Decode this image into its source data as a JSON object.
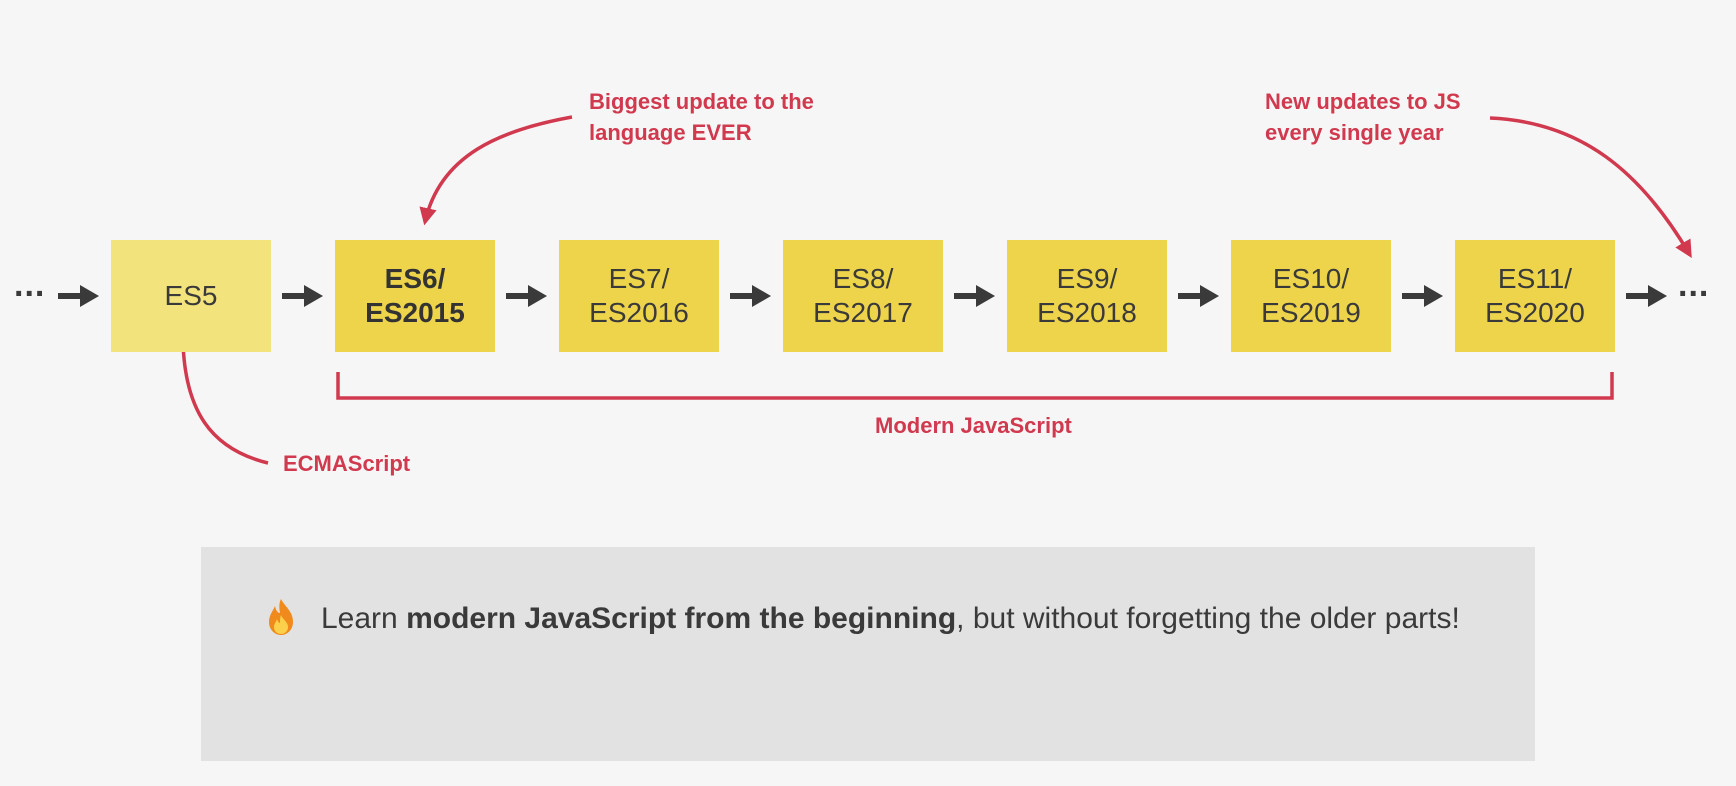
{
  "timeline": {
    "leading_ellipsis": "...",
    "trailing_ellipsis": "...",
    "versions": [
      {
        "line1": "ES5",
        "line2": "",
        "color": "#f3e37c"
      },
      {
        "line1": "ES6/",
        "line2": "ES2015",
        "color": "#edd44a"
      },
      {
        "line1": "ES7/",
        "line2": "ES2016",
        "color": "#edd44a"
      },
      {
        "line1": "ES8/",
        "line2": "ES2017",
        "color": "#edd44a"
      },
      {
        "line1": "ES9/",
        "line2": "ES2018",
        "color": "#edd44a"
      },
      {
        "line1": "ES10/",
        "line2": "ES2019",
        "color": "#edd44a"
      },
      {
        "line1": "ES11/",
        "line2": "ES2020",
        "color": "#edd44a"
      }
    ]
  },
  "annotations": {
    "biggest_update": {
      "line1": "Biggest update to the",
      "line2": "language EVER"
    },
    "yearly_updates": {
      "line1": "New updates to JS",
      "line2": "every single year"
    },
    "ecmascript": "ECMAScript",
    "modern_js": "Modern JavaScript"
  },
  "callout": {
    "icon": "fire-icon",
    "text_before": "Learn ",
    "text_bold": "modern JavaScript from the beginning",
    "text_after": ", but without forgetting the older parts!"
  },
  "colors": {
    "annotation": "#d0394e",
    "arrow": "#3a3a3a",
    "box_old": "#f3e37c",
    "box_modern": "#edd44a",
    "callout_bg": "#e2e2e2"
  }
}
